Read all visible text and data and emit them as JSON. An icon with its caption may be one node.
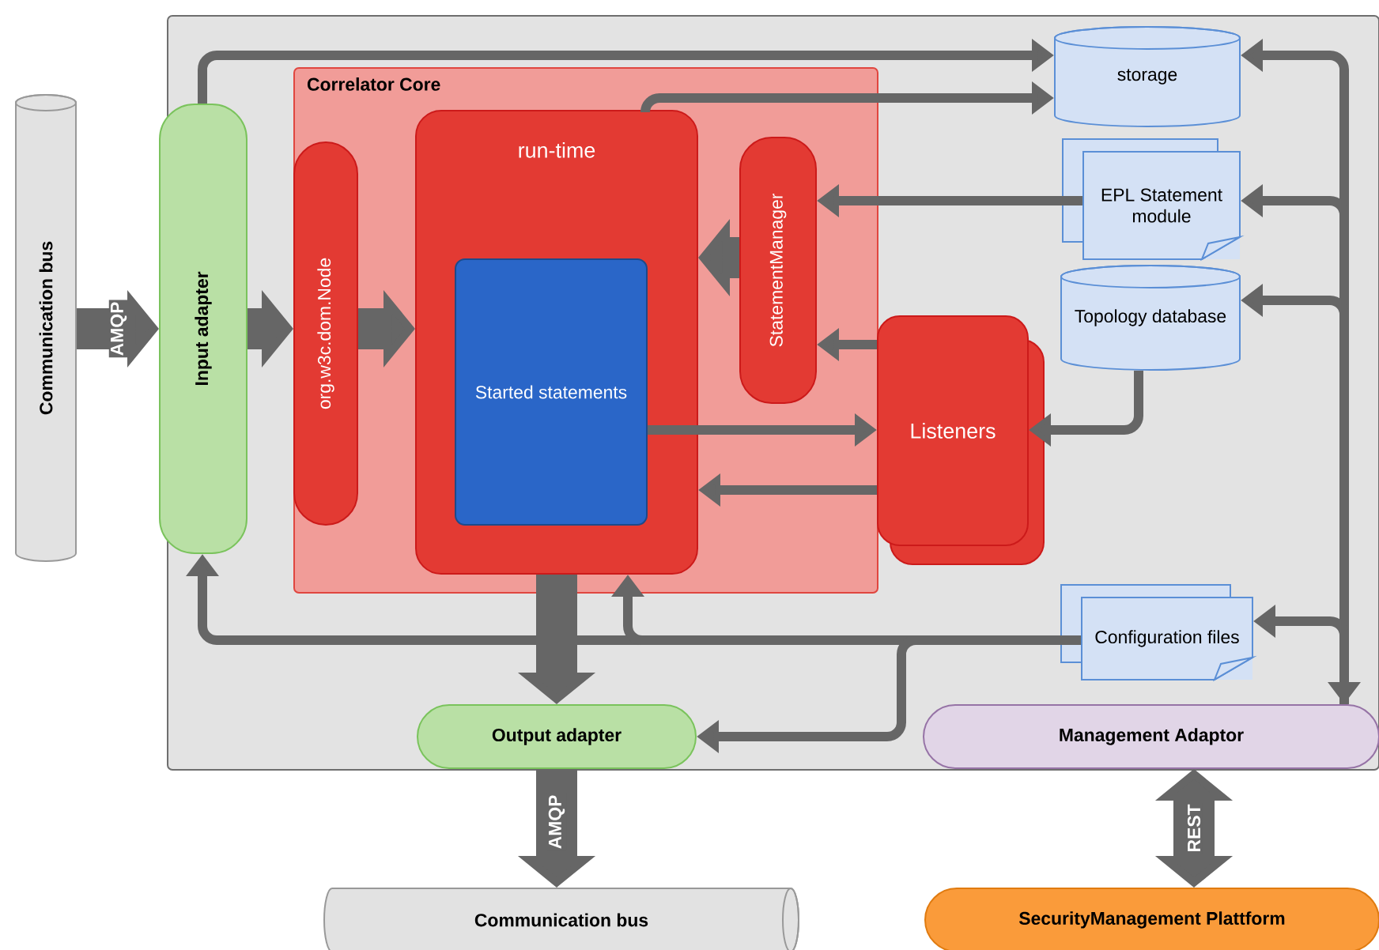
{
  "diagram": {
    "nodes": [
      {
        "text": [
          "Communication bus"
        ]
      },
      {
        "text": [
          "Input adapter"
        ]
      },
      {
        "text": [
          "Correlator Core"
        ]
      },
      {
        "text": [
          "org.w3c.dom.Node"
        ],
        "in": 2
      },
      {
        "text": [
          "run-time"
        ],
        "in": 2
      },
      {
        "text": [
          "Started statements"
        ],
        "in": 4
      },
      {
        "text": [
          "StatementManager"
        ],
        "in": 2
      },
      {
        "text": [
          "Listeners"
        ]
      },
      {
        "text": [
          "storage"
        ]
      },
      {
        "text": [
          "EPL Statement module"
        ]
      },
      {
        "text": [
          "Topology database"
        ]
      },
      {
        "text": [
          "Configuration files"
        ]
      },
      {
        "text": [
          "Output adapter"
        ]
      },
      {
        "text": [
          "Management Adaptor"
        ]
      },
      {
        "text": [
          "Communication bus"
        ]
      },
      {
        "text": [
          "SecurityManagement Plattform"
        ]
      }
    ],
    "edges": [
      {
        "from": 0,
        "to": 1,
        "arrow": "to",
        "label": "AMQP",
        "style": "thick"
      },
      {
        "from": 1,
        "to": 3,
        "arrow": "to",
        "style": "thick"
      },
      {
        "from": 3,
        "to": 4,
        "arrow": "to",
        "style": "thick"
      },
      {
        "from": 6,
        "to": 4,
        "arrow": "to",
        "style": "thick"
      },
      {
        "from": 9,
        "to": 6,
        "arrow": "to"
      },
      {
        "from": 7,
        "to": 6,
        "arrow": "to"
      },
      {
        "from": 5,
        "to": 7,
        "arrow": "to"
      },
      {
        "from": 7,
        "to": 4,
        "arrow": "to"
      },
      {
        "from": 10,
        "to": 7,
        "arrow": "to"
      },
      {
        "from": 1,
        "to": 8,
        "arrow": "to"
      },
      {
        "from": 4,
        "to": 8,
        "arrow": "to"
      },
      {
        "from": 13,
        "to": 8,
        "arrow": "both"
      },
      {
        "from": 13,
        "to": 9,
        "arrow": "to"
      },
      {
        "from": 13,
        "to": 10,
        "arrow": "to"
      },
      {
        "from": 13,
        "to": 11,
        "arrow": "to"
      },
      {
        "from": 11,
        "to": 1,
        "arrow": "to"
      },
      {
        "from": 11,
        "to": 4,
        "arrow": "to"
      },
      {
        "from": 11,
        "to": 12,
        "arrow": "to"
      },
      {
        "from": 4,
        "to": 12,
        "arrow": "to",
        "style": "thick"
      },
      {
        "from": 12,
        "to": 14,
        "arrow": "to",
        "label": "AMQP",
        "style": "thick"
      },
      {
        "from": 13,
        "to": 15,
        "arrow": "both",
        "label": "REST",
        "style": "thick"
      }
    ]
  }
}
